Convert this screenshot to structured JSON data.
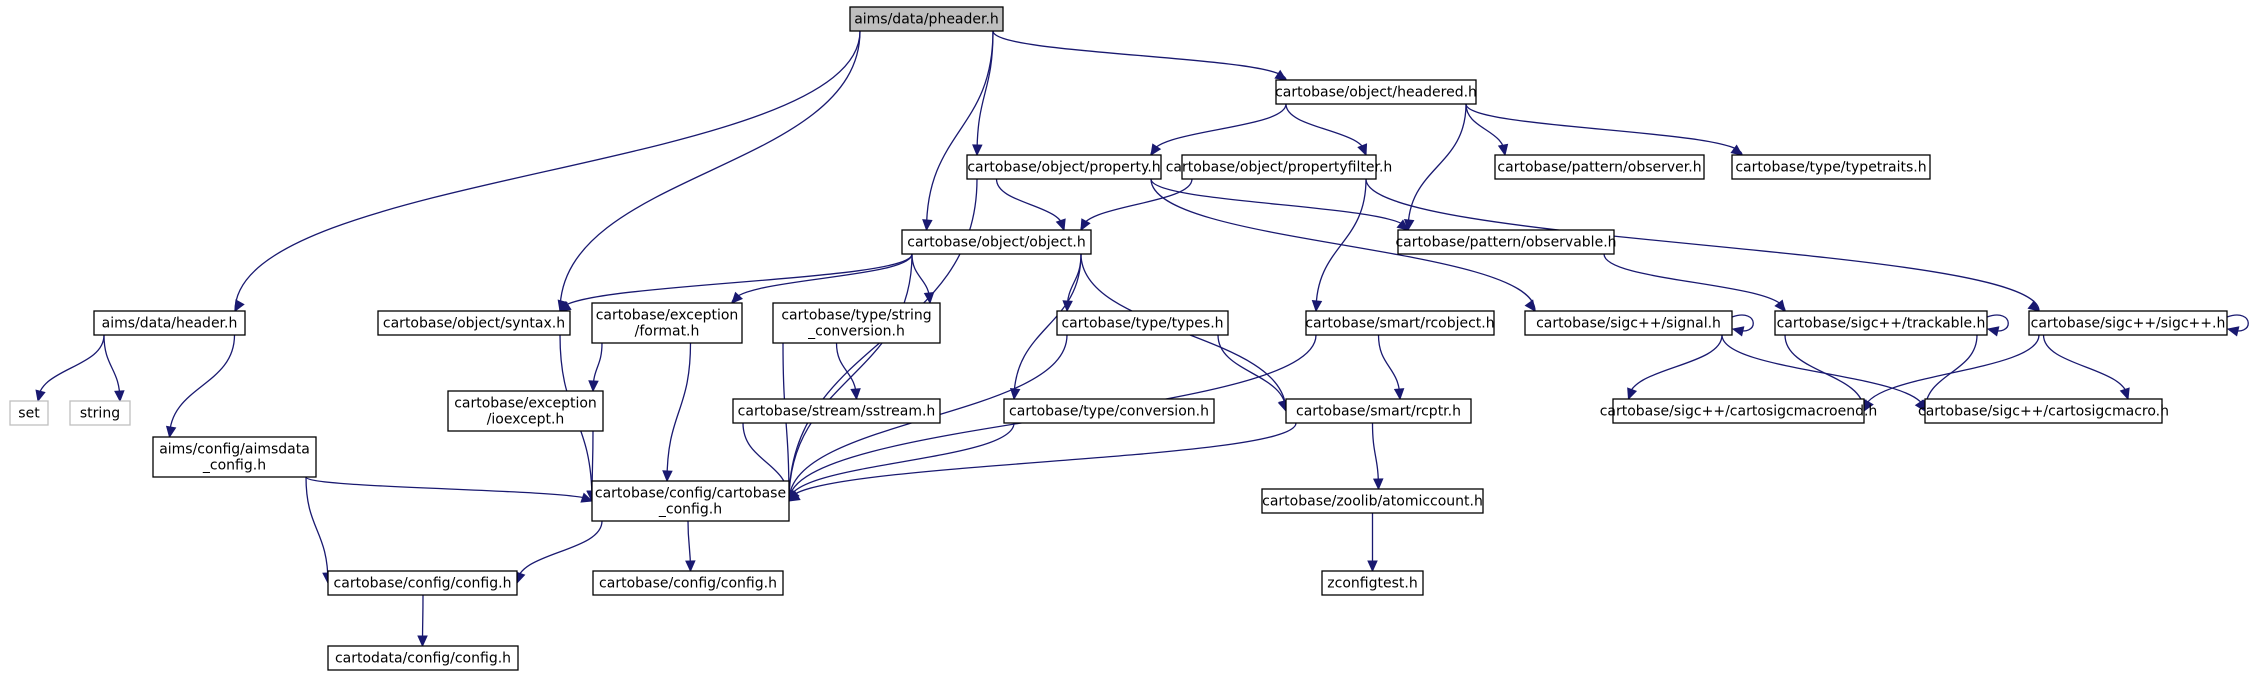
{
  "graph": {
    "nodes": [
      {
        "id": "pheader",
        "lines": [
          "aims/data/pheader.h"
        ],
        "style": "root"
      },
      {
        "id": "header",
        "lines": [
          "aims/data/header.h"
        ]
      },
      {
        "id": "headered",
        "lines": [
          "cartobase/object/headered.h"
        ]
      },
      {
        "id": "property",
        "lines": [
          "cartobase/object/property.h"
        ]
      },
      {
        "id": "propertyfilter",
        "lines": [
          "cartobase/object/propertyfilter.h"
        ]
      },
      {
        "id": "observer",
        "lines": [
          "cartobase/pattern/observer.h"
        ]
      },
      {
        "id": "typetraits",
        "lines": [
          "cartobase/type/typetraits.h"
        ]
      },
      {
        "id": "object",
        "lines": [
          "cartobase/object/object.h"
        ]
      },
      {
        "id": "observable",
        "lines": [
          "cartobase/pattern/observable.h"
        ]
      },
      {
        "id": "set",
        "lines": [
          "set"
        ],
        "style": "gray"
      },
      {
        "id": "string",
        "lines": [
          "string"
        ],
        "style": "gray"
      },
      {
        "id": "aimsdata_config",
        "lines": [
          "aims/config/aimsdata",
          "_config.h"
        ]
      },
      {
        "id": "syntax",
        "lines": [
          "cartobase/object/syntax.h"
        ]
      },
      {
        "id": "format",
        "lines": [
          "cartobase/exception",
          "/format.h"
        ]
      },
      {
        "id": "string_conversion",
        "lines": [
          "cartobase/type/string",
          "_conversion.h"
        ]
      },
      {
        "id": "types",
        "lines": [
          "cartobase/type/types.h"
        ]
      },
      {
        "id": "rcobject",
        "lines": [
          "cartobase/smart/rcobject.h"
        ]
      },
      {
        "id": "signal",
        "lines": [
          "cartobase/sigc++/signal.h"
        ]
      },
      {
        "id": "trackable",
        "lines": [
          "cartobase/sigc++/trackable.h"
        ]
      },
      {
        "id": "sigcpp",
        "lines": [
          "cartobase/sigc++/sigc++.h"
        ]
      },
      {
        "id": "ioexcept",
        "lines": [
          "cartobase/exception",
          "/ioexcept.h"
        ]
      },
      {
        "id": "sstream",
        "lines": [
          "cartobase/stream/sstream.h"
        ]
      },
      {
        "id": "conversion",
        "lines": [
          "cartobase/type/conversion.h"
        ]
      },
      {
        "id": "rcptr",
        "lines": [
          "cartobase/smart/rcptr.h"
        ]
      },
      {
        "id": "cartosigcmacroend",
        "lines": [
          "cartobase/sigc++/cartosigcmacroend.h"
        ]
      },
      {
        "id": "cartosigcmacro",
        "lines": [
          "cartobase/sigc++/cartosigcmacro.h"
        ]
      },
      {
        "id": "cartobase_config",
        "lines": [
          "cartobase/config/cartobase",
          "_config.h"
        ]
      },
      {
        "id": "atomiccount",
        "lines": [
          "cartobase/zoolib/atomiccount.h"
        ]
      },
      {
        "id": "config_a",
        "lines": [
          "cartobase/config/config.h"
        ]
      },
      {
        "id": "config_b",
        "lines": [
          "cartobase/config/config.h"
        ]
      },
      {
        "id": "zconfigtest",
        "lines": [
          "zconfigtest.h"
        ]
      },
      {
        "id": "cartodata_config",
        "lines": [
          "cartodata/config/config.h"
        ]
      }
    ],
    "edges": [
      {
        "from": "pheader",
        "to": "header"
      },
      {
        "from": "pheader",
        "to": "headered"
      },
      {
        "from": "pheader",
        "to": "property"
      },
      {
        "from": "pheader",
        "to": "object"
      },
      {
        "from": "pheader",
        "to": "syntax"
      },
      {
        "from": "headered",
        "to": "property"
      },
      {
        "from": "headered",
        "to": "propertyfilter"
      },
      {
        "from": "headered",
        "to": "observer"
      },
      {
        "from": "headered",
        "to": "typetraits"
      },
      {
        "from": "headered",
        "to": "observable"
      },
      {
        "from": "property",
        "to": "object"
      },
      {
        "from": "property",
        "to": "observable"
      },
      {
        "from": "property",
        "to": "signal"
      },
      {
        "from": "property",
        "to": "cartobase_config"
      },
      {
        "from": "propertyfilter",
        "to": "object"
      },
      {
        "from": "propertyfilter",
        "to": "rcobject"
      },
      {
        "from": "propertyfilter",
        "to": "sigcpp"
      },
      {
        "from": "object",
        "to": "syntax"
      },
      {
        "from": "object",
        "to": "format"
      },
      {
        "from": "object",
        "to": "string_conversion"
      },
      {
        "from": "object",
        "to": "types"
      },
      {
        "from": "object",
        "to": "conversion"
      },
      {
        "from": "object",
        "to": "rcptr"
      },
      {
        "from": "object",
        "to": "cartobase_config"
      },
      {
        "from": "observable",
        "to": "trackable"
      },
      {
        "from": "header",
        "to": "set"
      },
      {
        "from": "header",
        "to": "string"
      },
      {
        "from": "header",
        "to": "aimsdata_config"
      },
      {
        "from": "aimsdata_config",
        "to": "cartobase_config"
      },
      {
        "from": "aimsdata_config",
        "to": "config_a"
      },
      {
        "from": "syntax",
        "to": "cartobase_config"
      },
      {
        "from": "format",
        "to": "ioexcept"
      },
      {
        "from": "format",
        "to": "cartobase_config"
      },
      {
        "from": "string_conversion",
        "to": "sstream"
      },
      {
        "from": "string_conversion",
        "to": "cartobase_config"
      },
      {
        "from": "types",
        "to": "rcptr"
      },
      {
        "from": "types",
        "to": "cartobase_config"
      },
      {
        "from": "rcobject",
        "to": "rcptr"
      },
      {
        "from": "rcobject",
        "to": "cartobase_config"
      },
      {
        "from": "signal",
        "to": "signal"
      },
      {
        "from": "signal",
        "to": "cartosigcmacroend"
      },
      {
        "from": "signal",
        "to": "cartosigcmacro"
      },
      {
        "from": "trackable",
        "to": "trackable"
      },
      {
        "from": "trackable",
        "to": "cartosigcmacroend"
      },
      {
        "from": "trackable",
        "to": "cartosigcmacro"
      },
      {
        "from": "sigcpp",
        "to": "sigcpp"
      },
      {
        "from": "sigcpp",
        "to": "cartosigcmacroend"
      },
      {
        "from": "sigcpp",
        "to": "cartosigcmacro"
      },
      {
        "from": "ioexcept",
        "to": "cartobase_config"
      },
      {
        "from": "sstream",
        "to": "cartobase_config"
      },
      {
        "from": "conversion",
        "to": "cartobase_config"
      },
      {
        "from": "rcptr",
        "to": "cartobase_config"
      },
      {
        "from": "rcptr",
        "to": "atomiccount"
      },
      {
        "from": "cartobase_config",
        "to": "config_a"
      },
      {
        "from": "cartobase_config",
        "to": "config_b"
      },
      {
        "from": "atomiccount",
        "to": "zconfigtest"
      },
      {
        "from": "config_a",
        "to": "cartodata_config"
      }
    ]
  }
}
